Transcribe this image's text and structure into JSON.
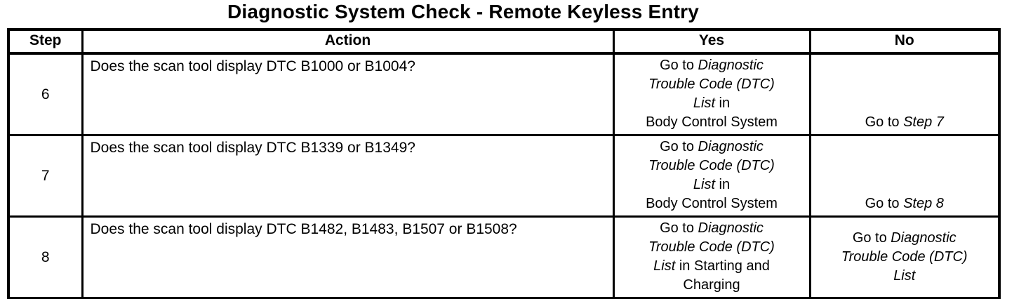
{
  "title": "Diagnostic System Check - Remote Keyless Entry",
  "colors": {
    "ink": "#000000",
    "paper": "#ffffff"
  },
  "table": {
    "headers": {
      "step": "Step",
      "action": "Action",
      "yes": "Yes",
      "no": "No"
    },
    "rows": [
      {
        "step": "6",
        "action": "Does the scan tool display DTC B1000 or B1004?",
        "yes": {
          "prefix": "Go to ",
          "italic": "Diagnostic\nTrouble Code (DTC)\nList",
          "suffix": "  in\nBody Control System"
        },
        "no": {
          "prefix": "Go to ",
          "italic": "Step 7",
          "suffix": ""
        }
      },
      {
        "step": "7",
        "action": "Does the scan tool display DTC B1339 or B1349?",
        "yes": {
          "prefix": "Go to ",
          "italic": "Diagnostic\nTrouble Code (DTC)\nList",
          "suffix": "  in\nBody Control System"
        },
        "no": {
          "prefix": "Go to ",
          "italic": "Step 8",
          "suffix": ""
        }
      },
      {
        "step": "8",
        "action": "Does the scan tool display DTC B1482, B1483, B1507 or B1508?",
        "yes": {
          "prefix": "Go to ",
          "italic": "Diagnostic\nTrouble Code (DTC)\nList",
          "suffix": "  in Starting and\nCharging"
        },
        "no": {
          "prefix": "Go to ",
          "italic": "Diagnostic\nTrouble Code (DTC)\nList",
          "suffix": ""
        }
      }
    ]
  }
}
